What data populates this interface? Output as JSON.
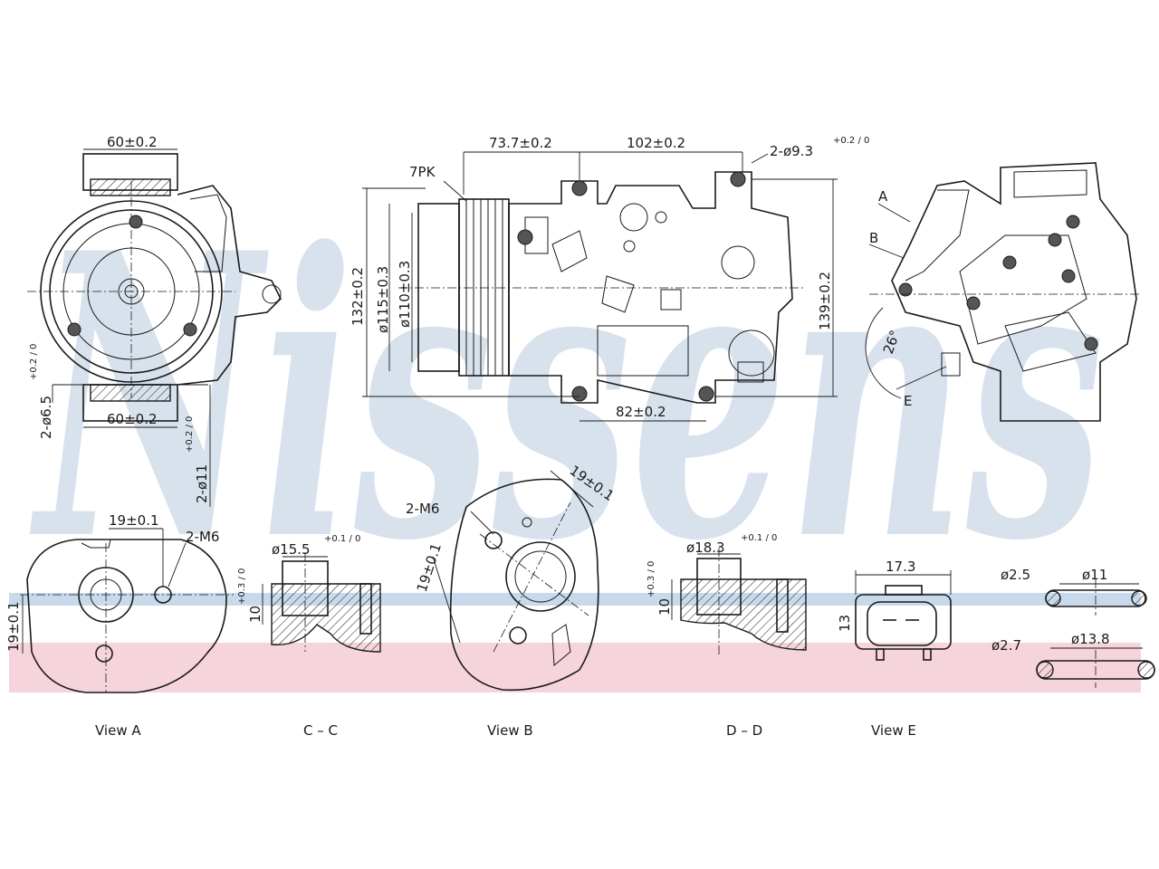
{
  "brand": {
    "watermark": "Nissens",
    "watermark_color": "#b9cbe0",
    "band_pink": "#f3c9d3",
    "band_blue": "#c7d9ea"
  },
  "dimensions": {
    "front_top_width": "60±0.2",
    "front_bottom_width": "60±0.2",
    "front_bolt_holes": "2-ø6.5",
    "front_bolt_tol": "+0.2 / 0",
    "front_mount_holes": "2-ø11",
    "front_mount_tol": "+0.2 / 0",
    "side_offset": "73.7±0.2",
    "side_width": "102±0.2",
    "side_holes": "2-ø9.3",
    "side_holes_tol": "+0.2 / 0",
    "belt": "7PK",
    "height_132": "132±0.2",
    "pulley_dia": "ø115±0.3",
    "pulley_inner": "ø110±0.3",
    "height_139": "139±0.2",
    "base_82": "82±0.2",
    "side_angle": "26°",
    "arrow_a": "A",
    "arrow_b": "B",
    "arrow_e": "E",
    "view_a_19": "19±0.1",
    "view_a_m6": "2-M6",
    "view_a_19v": "19±0.1",
    "cc_dia": "ø15.5",
    "cc_tol": "+0.1 / 0",
    "cc_10": "10",
    "cc_10_tol": "+0.3 / 0",
    "view_b_m6": "2-M6",
    "view_b_19": "19±0.1",
    "view_b_19b": "19±0.1",
    "dd_dia": "ø18.3",
    "dd_tol": "+0.1 / 0",
    "dd_10": "10",
    "dd_10_tol": "+0.3 / 0",
    "e_width": "17.3",
    "e_height": "13",
    "oring1_a": "ø2.5",
    "oring1_b": "ø11",
    "oring2_a": "ø2.7",
    "oring2_b": "ø13.8"
  },
  "views": {
    "a": "View   A",
    "cc": "C – C",
    "b": "View   B",
    "dd": "D – D",
    "e": "View   E"
  }
}
